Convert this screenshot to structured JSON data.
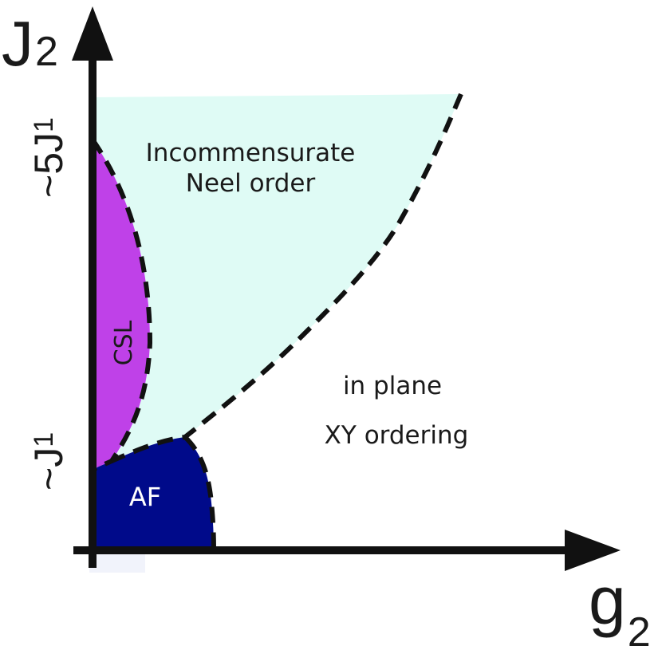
{
  "axes": {
    "y_label": {
      "main": "J",
      "sub": "2"
    },
    "x_label": {
      "main": "g",
      "sub": "2"
    },
    "y_ticks": [
      {
        "main": "~5J",
        "sub": "1"
      },
      {
        "main": "~J",
        "sub": "1"
      }
    ]
  },
  "regions": {
    "incommensurate": {
      "line1": "Incommensurate",
      "line2": "Neel order",
      "color": "#dffbf5"
    },
    "csl": {
      "label": "CSL",
      "color": "#bf41e8"
    },
    "af": {
      "label": "AF",
      "color": "#000a8a"
    },
    "xy": {
      "line1": "in plane",
      "line2": "XY ordering",
      "color": "#ffffff"
    }
  },
  "colors": {
    "axis": "#111111",
    "boundary": "#111111"
  }
}
